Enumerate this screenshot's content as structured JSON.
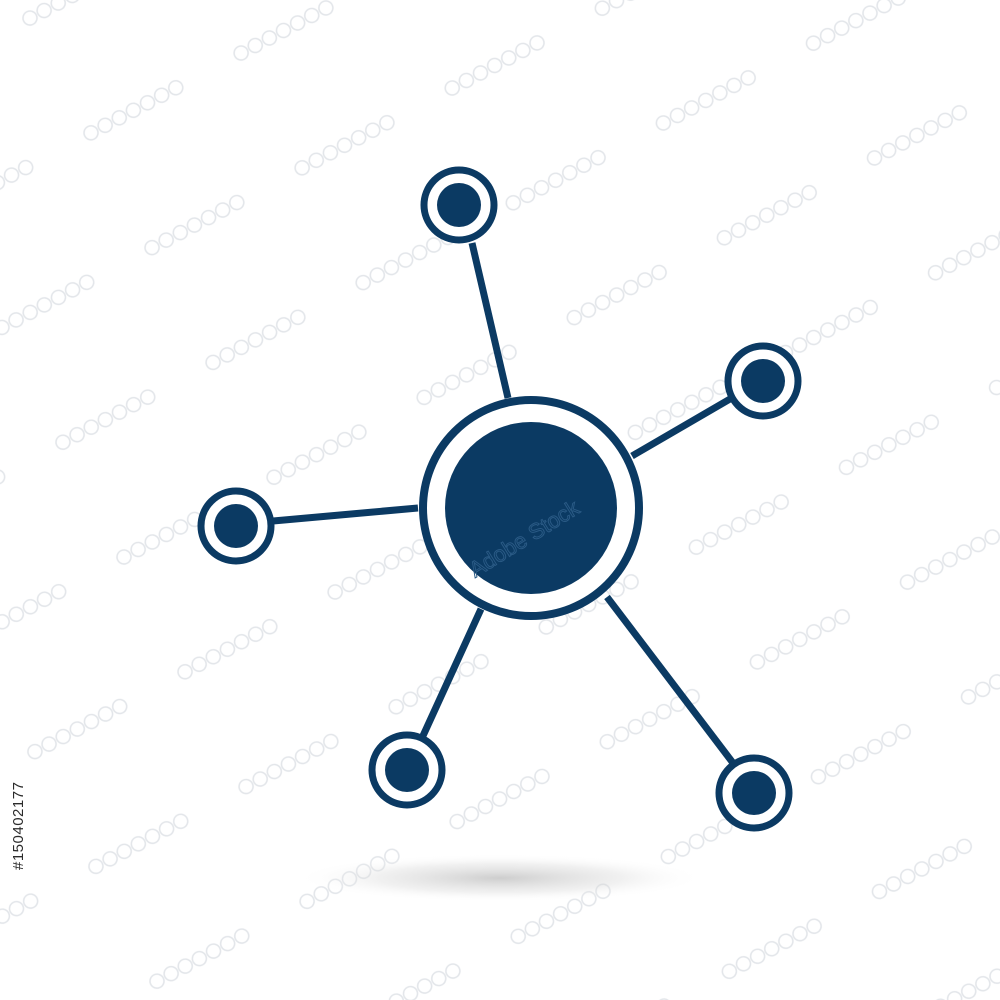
{
  "image": {
    "stock_id": "#150402177",
    "watermark_text": "Adobe Stock"
  },
  "colors": {
    "background": "#ffffff",
    "icon": "#0b3a63",
    "shadow": "#cfcfcf",
    "watermark": "#d9dde2"
  },
  "icon": {
    "name": "network-hub-icon",
    "satellite_count": 5
  }
}
